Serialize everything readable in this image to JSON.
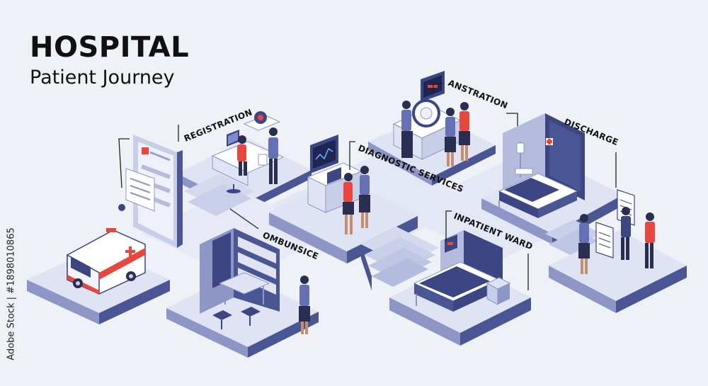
{
  "header": {
    "title": "HOSPITAL",
    "subtitle": "Patient Journey"
  },
  "stages": [
    {
      "id": "registration",
      "label": "REGISTRATION"
    },
    {
      "id": "ombunsice",
      "label": "OMBUNSICE"
    },
    {
      "id": "diagnostic",
      "label": "DIAGNOSTIC SERVICES"
    },
    {
      "id": "anstration",
      "label": "ANSTRATION"
    },
    {
      "id": "inpatient",
      "label": "INPATIENT WARD"
    },
    {
      "id": "discharge",
      "label": "DISCHARGE"
    }
  ],
  "stock_id": "Adobe Stock | #1898010865",
  "colors": {
    "background": "#eef2f7",
    "navy": "#3b4683",
    "platform_top": "#dfe3f3",
    "platform_side": "#4a5594",
    "accent_red": "#e8473d",
    "white": "#ffffff"
  },
  "icons": [
    "ambulance-icon",
    "whiteboard-icon",
    "computer-icon",
    "mri-scanner-icon",
    "monitor-icon",
    "bed-icon",
    "iv-stand-icon",
    "shelf-icon",
    "chair-icon",
    "person-icon",
    "document-icon"
  ]
}
